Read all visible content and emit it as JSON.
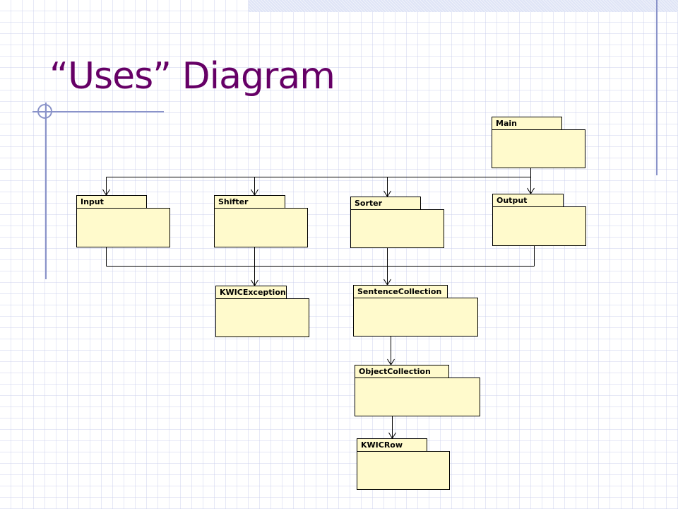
{
  "title": "“Uses” Diagram",
  "colors": {
    "title": "#660066",
    "package_fill": "#fffacc",
    "package_border": "#000000",
    "rule": "#8a93c9"
  },
  "packages": {
    "main": {
      "label": "Main"
    },
    "input": {
      "label": "Input"
    },
    "shifter": {
      "label": "Shifter"
    },
    "sorter": {
      "label": "Sorter"
    },
    "output": {
      "label": "Output"
    },
    "kwic_exception": {
      "label": "KWICException"
    },
    "sentence_collection": {
      "label": "SentenceCollection"
    },
    "object_collection": {
      "label": "ObjectCollection"
    },
    "kwic_row": {
      "label": "KWICRow"
    }
  },
  "relations": [
    {
      "from": "Main",
      "to": "Input"
    },
    {
      "from": "Main",
      "to": "Shifter"
    },
    {
      "from": "Main",
      "to": "Sorter"
    },
    {
      "from": "Main",
      "to": "Output"
    },
    {
      "from": "Input",
      "to": "KWICException"
    },
    {
      "from": "Shifter",
      "to": "KWICException"
    },
    {
      "from": "Output",
      "to": "KWICException"
    },
    {
      "from": "Input",
      "to": "SentenceCollection"
    },
    {
      "from": "Sorter",
      "to": "SentenceCollection"
    },
    {
      "from": "Output",
      "to": "SentenceCollection"
    },
    {
      "from": "SentenceCollection",
      "to": "ObjectCollection"
    },
    {
      "from": "ObjectCollection",
      "to": "KWICRow"
    }
  ]
}
